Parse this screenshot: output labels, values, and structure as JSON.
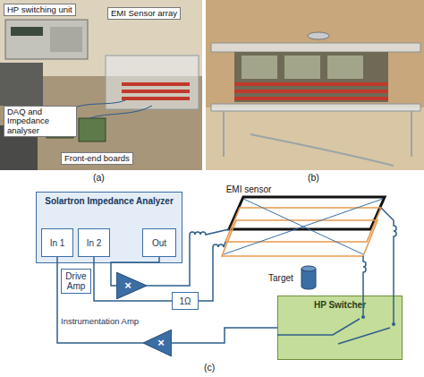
{
  "diagram": {
    "nodes": [
      {
        "text": [
          "Solartron Impedance Analyzer"
        ]
      },
      {
        "text": [
          "In 1"
        ],
        "in": 0
      },
      {
        "text": [
          "In 2"
        ],
        "in": 0
      },
      {
        "text": [
          "Out"
        ],
        "in": 0
      },
      {
        "text": [
          "EMI sensor"
        ]
      },
      {
        "text": [
          "Drive Amp"
        ]
      },
      {
        "text": [
          "×"
        ]
      },
      {
        "text": [
          "Target"
        ]
      },
      {
        "text": [
          "1Ω"
        ]
      },
      {
        "text": [
          "HP Switcher"
        ]
      },
      {
        "text": [
          "×"
        ]
      }
    ],
    "edges": [
      {
        "from": 2,
        "to": 8,
        "arrow": "none"
      },
      {
        "from": 3,
        "to": 6,
        "arrow": "none"
      },
      {
        "from": 9,
        "to": 10,
        "arrow": "none"
      },
      {
        "from": 10,
        "to": 1,
        "arrow": "none"
      }
    ],
    "labels": [
      "HP switching unit",
      "EMI Sensor array",
      "DAQ and Impedance analyser",
      "Front-end boards",
      "(a)",
      "(b)",
      "Instrumentation Amp",
      "(c)"
    ]
  }
}
